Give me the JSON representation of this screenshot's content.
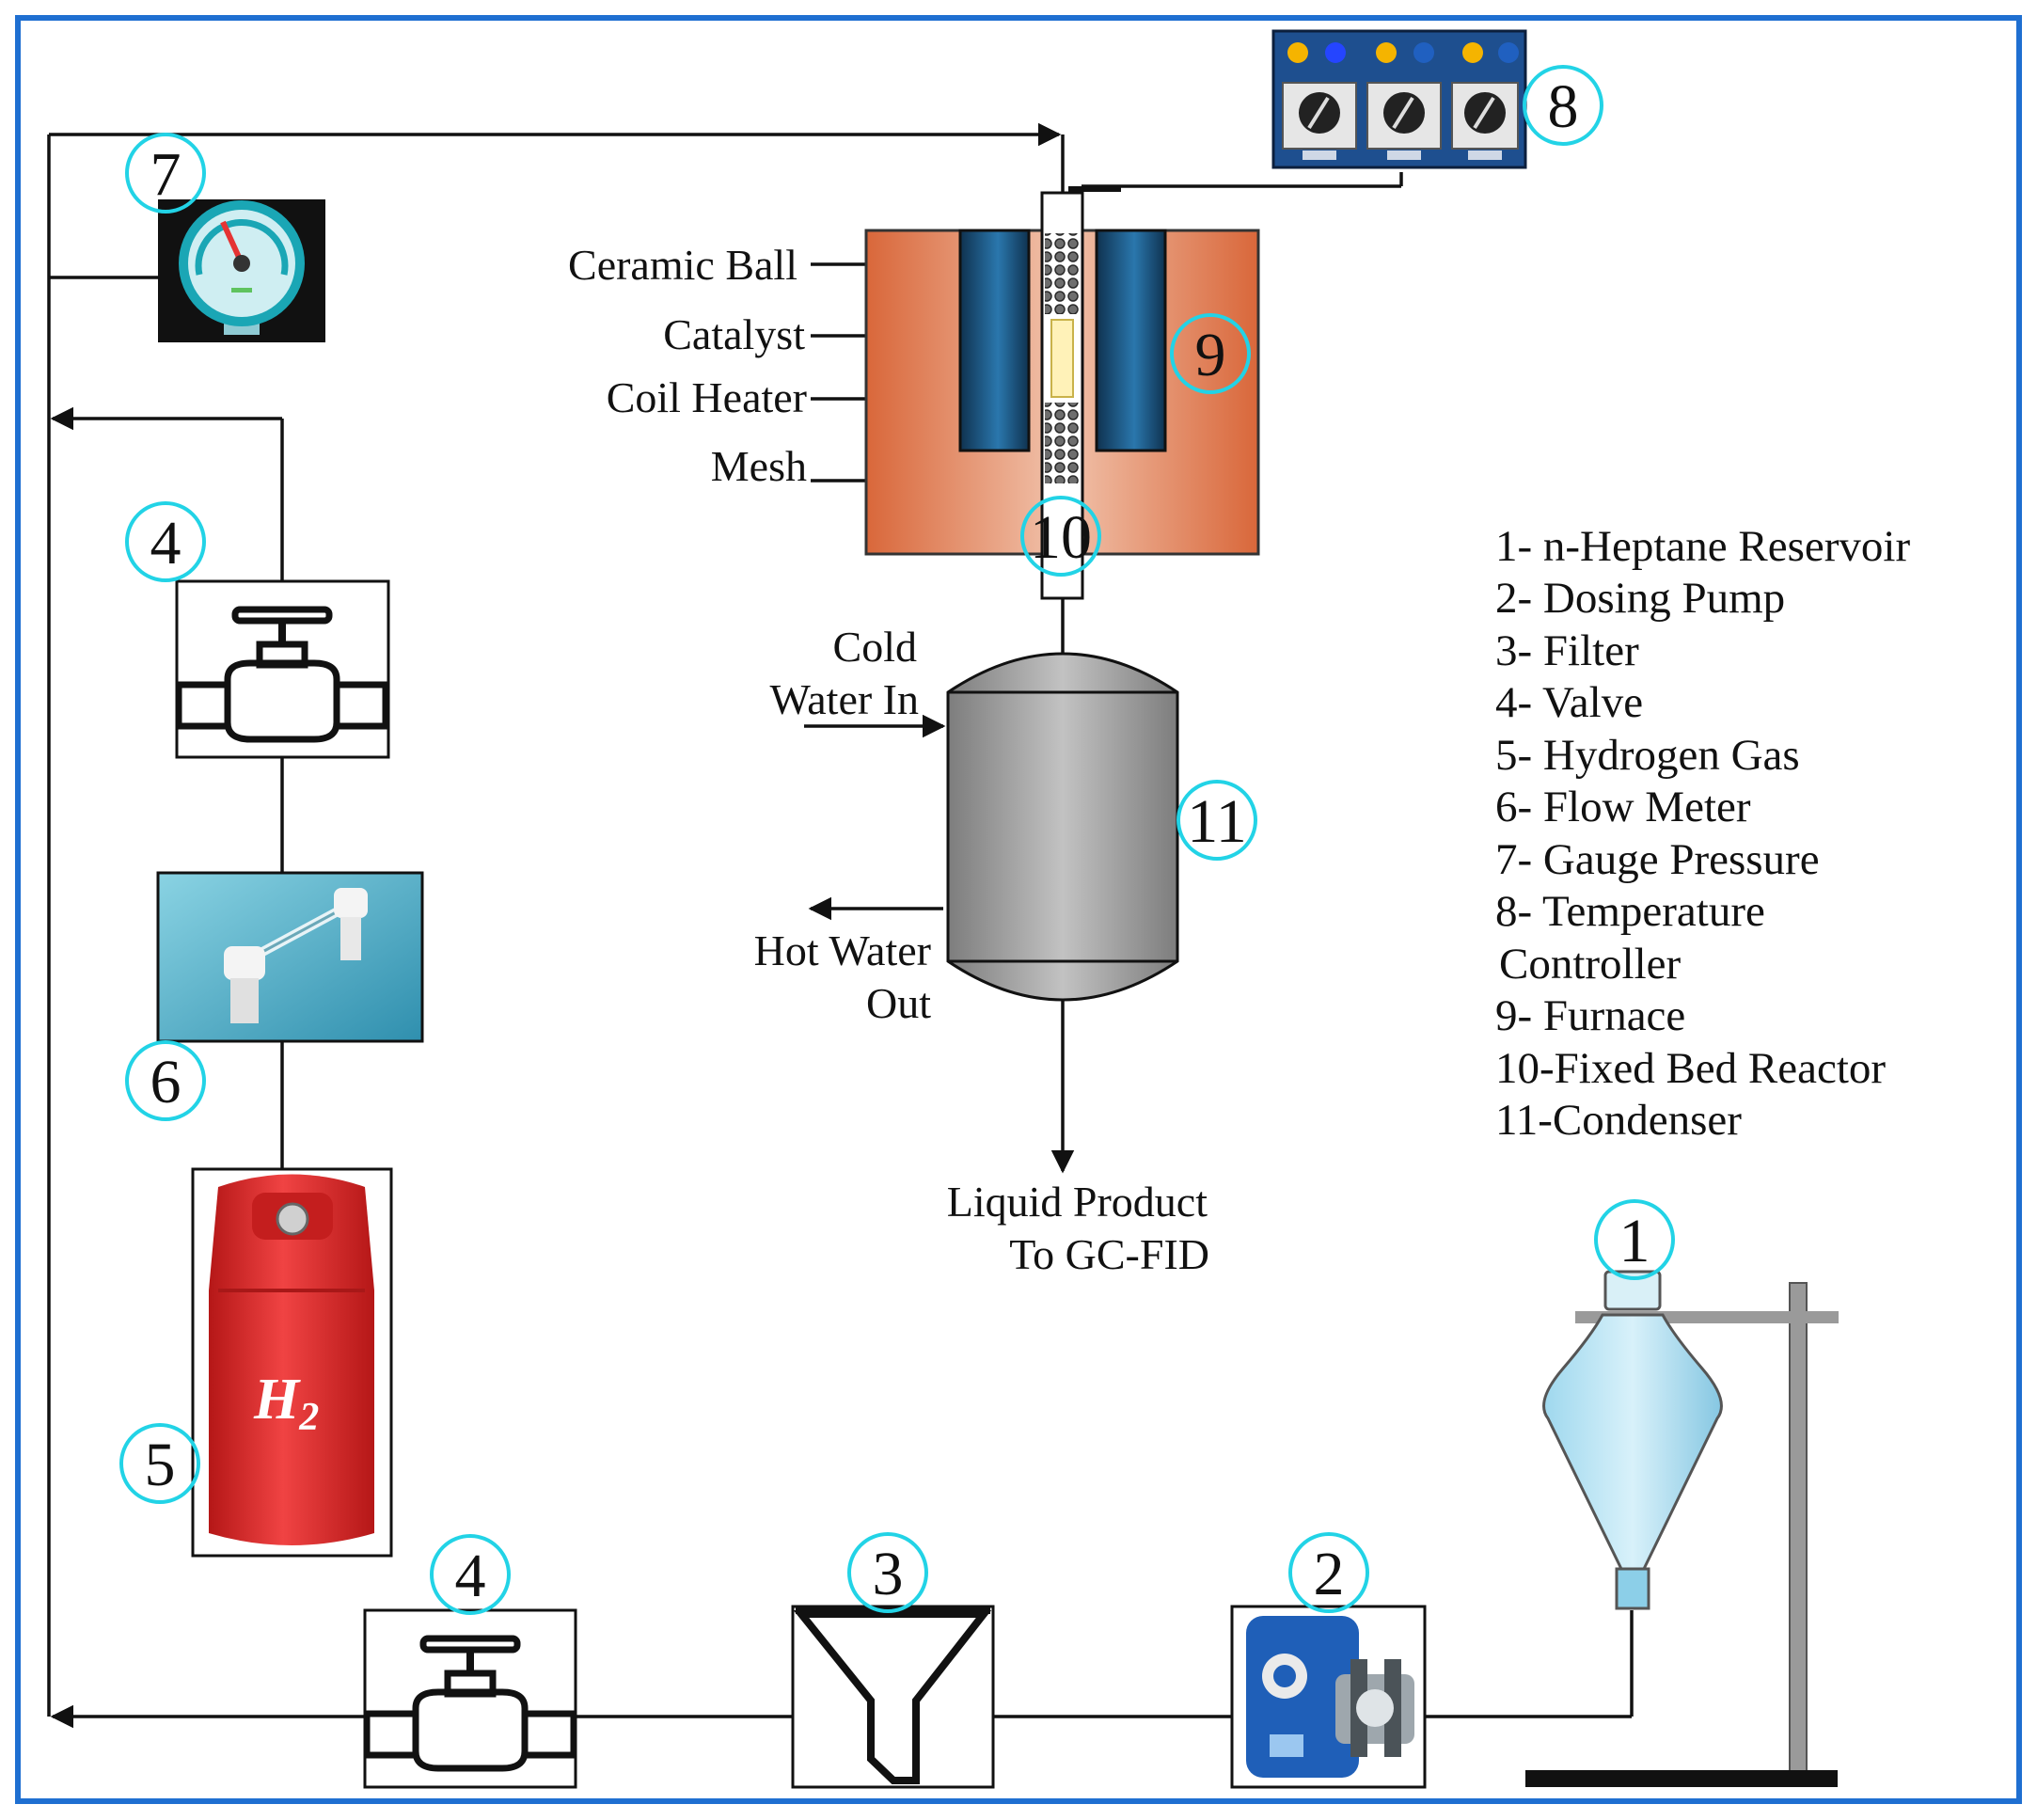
{
  "colors": {
    "frame": "#1f6fd1",
    "badge": "#22d3e6",
    "furnace": "#d9673a",
    "coil": "#1d5a86",
    "condenser": "#9a9a9a",
    "cylinder": "#e52a2a",
    "funnel_glass": "#8ccfe8",
    "controller_panel": "#1e4f8f",
    "gauge_face": "#cfeef2",
    "flowmeter_bg": "#58b6cd",
    "pump_body": "#1f5fb8"
  },
  "labels": {
    "ceramic_ball": "Ceramic Ball",
    "catalyst": "Catalyst",
    "coil_heater": "Coil Heater",
    "mesh": "Mesh",
    "cold_water_1": "Cold",
    "cold_water_2": "Water In",
    "hot_water_1": "Hot Water",
    "hot_water_2": "Out",
    "liquid_product_1": "Liquid Product",
    "liquid_product_2": "To GC-FID",
    "h2": "H",
    "h2_sub": "2"
  },
  "badges": {
    "n1": "1",
    "n2": "2",
    "n3": "3",
    "n4a": "4",
    "n4b": "4",
    "n5": "5",
    "n6": "6",
    "n7": "7",
    "n8": "8",
    "n9": "9",
    "n10": "10",
    "n11": "11"
  },
  "legend": [
    "1- n-Heptane Reservoir",
    "2- Dosing Pump",
    "3- Filter",
    "4- Valve",
    "5- Hydrogen Gas",
    "6- Flow Meter",
    "7- Gauge Pressure",
    "8- Temperature",
    "Controller",
    "9- Furnace",
    "10-Fixed Bed Reactor",
    "11-Condenser"
  ],
  "icons": {
    "valve": "gate-valve-icon",
    "filter": "funnel-filter-icon",
    "gauge": "pressure-gauge-icon",
    "pump": "dosing-pump-icon",
    "cylinder": "gas-cylinder-icon",
    "flow_meter": "rotameter-icon",
    "controller": "temperature-controller-icon",
    "reservoir": "separatory-funnel-icon"
  }
}
